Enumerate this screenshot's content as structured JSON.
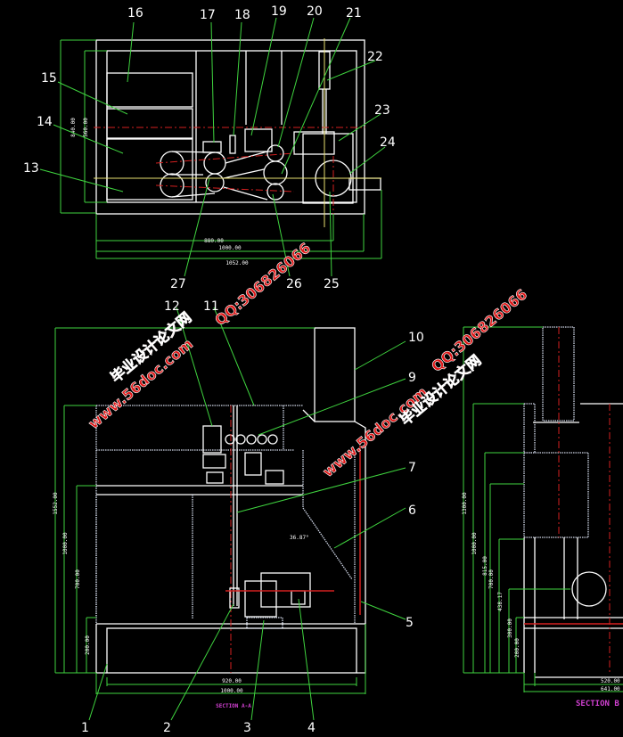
{
  "labels": {
    "l1": "1",
    "l2": "2",
    "l3": "3",
    "l4": "4",
    "l5": "5",
    "l6": "6",
    "l7": "7",
    "l9": "9",
    "l10": "10",
    "l11": "11",
    "l12": "12",
    "l13": "13",
    "l14": "14",
    "l15": "15",
    "l16": "16",
    "l17": "17",
    "l18": "18",
    "l19": "19",
    "l20": "20",
    "l21": "21",
    "l22": "22",
    "l23": "23",
    "l24": "24",
    "l25": "25",
    "l26": "26",
    "l27": "27"
  },
  "top_view": {
    "dims": {
      "h1": "840.00",
      "h2": "560.00",
      "w1": "880.00",
      "w2": "1000.00",
      "w3": "1052.00"
    }
  },
  "section_a": {
    "title": "SECTION A-A",
    "dims": {
      "h1": "1552.00",
      "h2": "1000.00",
      "h3": "700.00",
      "h4": "200.00",
      "w1": "920.00",
      "w2": "1000.00",
      "angle": "36.87°"
    }
  },
  "section_b": {
    "title": "SECTION B",
    "dims": {
      "h1": "1300.00",
      "h2": "1000.00",
      "h3": "815.00",
      "h4": "700.00",
      "h5": "438.17",
      "h6": "300.00",
      "h7": "200.00",
      "w1": "520.00",
      "w2": "641.00"
    }
  },
  "watermarks": {
    "site_cn": "毕业设计论文网",
    "url": "www.56doc.com",
    "qq": "QQ:306826066"
  }
}
